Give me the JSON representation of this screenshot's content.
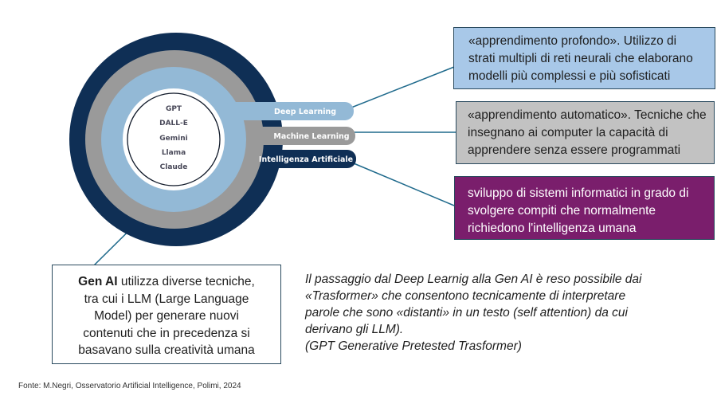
{
  "diagram": {
    "rings": [
      {
        "label": "Intelligenza Artificiale",
        "color": "#0f2f55"
      },
      {
        "label": "Machine Learning",
        "color": "#9a9a9a"
      },
      {
        "label": "Deep Learning",
        "color": "#93b9d6"
      }
    ],
    "core_models": [
      "GPT",
      "DALL-E",
      "Gemini",
      "Llama",
      "Claude"
    ]
  },
  "callouts": {
    "deep_learning": {
      "lines": [
        "«apprendimento profondo». Utilizzo di",
        "strati multipli di reti neurali che elaborano",
        "modelli più complessi e più sofisticati"
      ],
      "color": "#a8c8e8"
    },
    "machine_learning": {
      "lines": [
        "«apprendimento automatico». Tecniche che",
        "insegnano ai computer la capacità di",
        "apprendere senza essere programmati"
      ],
      "color": "#c2c2c2"
    },
    "intelligenza_artificiale": {
      "lines": [
        "sviluppo di sistemi informatici in grado di",
        "svolgere compiti che normalmente",
        "richiedono l'intelligenza umana"
      ],
      "color": "#7a1e6c"
    }
  },
  "genai": {
    "bold": "Gen AI",
    "first_line_rest": " utilizza diverse tecniche,",
    "lines": [
      "tra cui i LLM (Large Language",
      "Model) per generare nuovi",
      "contenuti che in precedenza si",
      "basavano sulla creatività umana"
    ]
  },
  "transformer_note": {
    "lines": [
      "Il passaggio dal Deep Learnig  alla Gen AI è reso possibile dai",
      "«Trasformer» che consentono tecnicamente di interpretare",
      "parole che sono «distanti» in un testo (self attention) da cui",
      "derivano gli LLM).",
      "(GPT  Generative Pretested Trasformer)"
    ]
  },
  "source": "Fonte: M.Negri, Osservatorio Artificial Intelligence, Polimi, 2024"
}
